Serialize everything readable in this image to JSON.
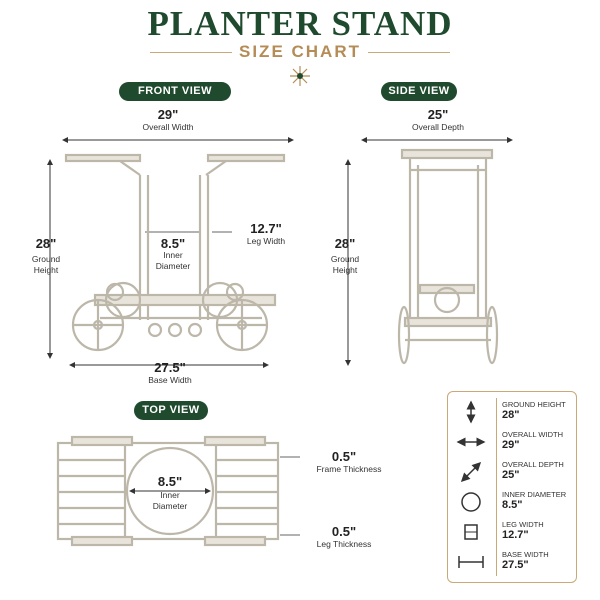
{
  "header": {
    "title": "PLANTER STAND",
    "subtitle": "SIZE CHART",
    "ornament_icon": "flower-ornament-icon"
  },
  "colors": {
    "brand_green": "#1f4a2e",
    "gold": "#b58c55",
    "metal": "#c8c3b8"
  },
  "front_view": {
    "label": "FRONT VIEW",
    "overall_width": {
      "value": "29\"",
      "label": "Overall Width"
    },
    "ground_height": {
      "value": "28\"",
      "label_line1": "Ground",
      "label_line2": "Height"
    },
    "inner_diameter": {
      "value": "8.5\"",
      "label_line1": "Inner",
      "label_line2": "Diameter"
    },
    "leg_width": {
      "value": "12.7\"",
      "label": "Leg Width"
    },
    "base_width": {
      "value": "27.5\"",
      "label": "Base Width"
    }
  },
  "side_view": {
    "label": "SIDE VIEW",
    "overall_depth": {
      "value": "25\"",
      "label": "Overall Depth"
    },
    "ground_height": {
      "value": "28\"",
      "label_line1": "Ground",
      "label_line2": "Height"
    }
  },
  "top_view": {
    "label": "TOP VIEW",
    "inner_diameter": {
      "value": "8.5\"",
      "label_line1": "Inner",
      "label_line2": "Diameter"
    },
    "frame_thickness": {
      "value": "0.5\"",
      "label": "Frame Thickness"
    },
    "leg_thickness": {
      "value": "0.5\"",
      "label": "Leg Thickness"
    }
  },
  "legend": {
    "items": [
      {
        "icon": "vertical-arrow-icon",
        "label": "GROUND HEIGHT",
        "value": "28\""
      },
      {
        "icon": "horizontal-arrow-icon",
        "label": "OVERALL WIDTH",
        "value": "29\""
      },
      {
        "icon": "diagonal-arrow-icon",
        "label": "OVERALL DEPTH",
        "value": "25\""
      },
      {
        "icon": "circle-icon",
        "label": "INNER DIAMETER",
        "value": "8.5\""
      },
      {
        "icon": "leg-width-icon",
        "label": "LEG WIDTH",
        "value": "12.7\""
      },
      {
        "icon": "base-width-icon",
        "label": "BASE WIDTH",
        "value": "27.5\""
      }
    ]
  }
}
